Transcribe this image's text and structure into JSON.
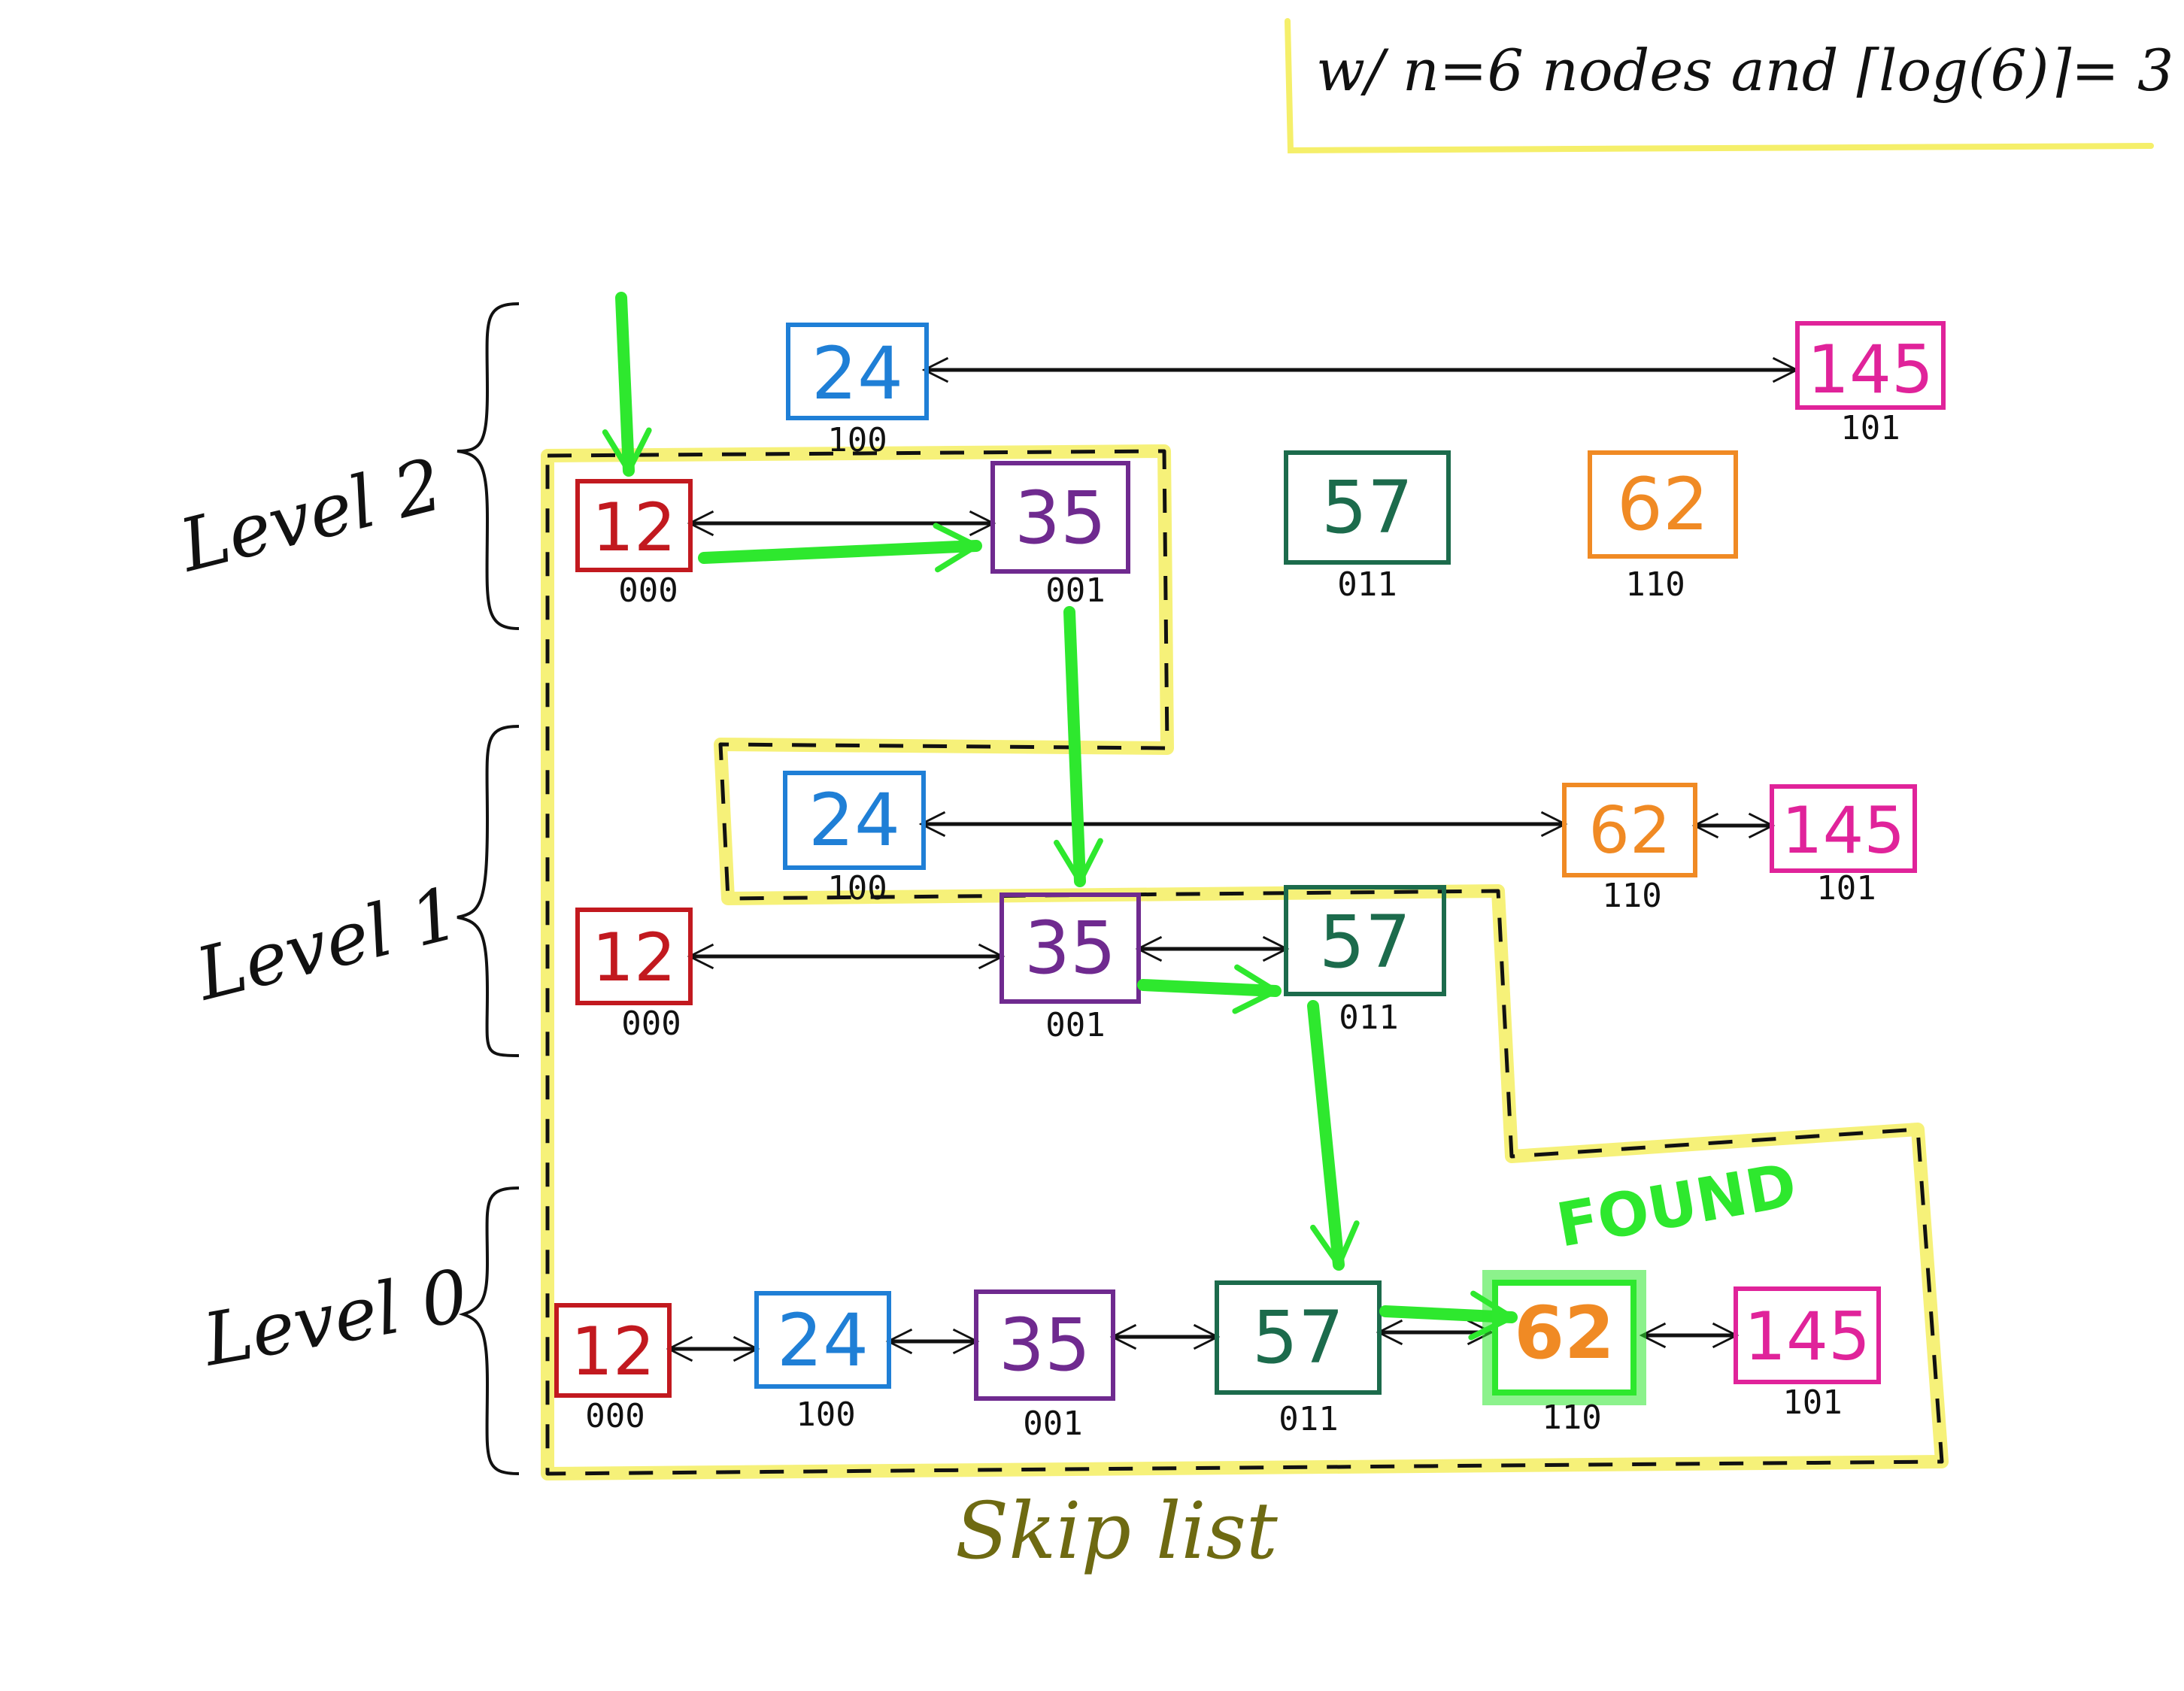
{
  "note": {
    "text": "w/ n=6 nodes and ⌈log(6)⌉= 3",
    "highlight_color": "#f5ef6a"
  },
  "levels": [
    {
      "label": "Level 2"
    },
    {
      "label": "Level 1"
    },
    {
      "label": "Level 0"
    }
  ],
  "nodes": {
    "l2_12": {
      "value": "12",
      "code": "000",
      "color": "#c2191f"
    },
    "l2_24": {
      "value": "24",
      "code": "100",
      "color": "#1f7fd6"
    },
    "l2_35": {
      "value": "35",
      "code": "001",
      "color": "#6f2a8f"
    },
    "l2_57": {
      "value": "57",
      "code": "011",
      "color": "#1c6b4c"
    },
    "l2_62": {
      "value": "62",
      "code": "110",
      "color": "#f08a24"
    },
    "l2_145": {
      "value": "145",
      "code": "101",
      "color": "#e0239a"
    },
    "l1_12": {
      "value": "12",
      "code": "000",
      "color": "#c2191f"
    },
    "l1_24": {
      "value": "24",
      "code": "100",
      "color": "#1f7fd6"
    },
    "l1_35": {
      "value": "35",
      "code": "001",
      "color": "#6f2a8f"
    },
    "l1_57": {
      "value": "57",
      "code": "011",
      "color": "#1c6b4c"
    },
    "l1_62": {
      "value": "62",
      "code": "110",
      "color": "#f08a24"
    },
    "l1_145": {
      "value": "145",
      "code": "101",
      "color": "#e0239a"
    },
    "l0_12": {
      "value": "12",
      "code": "000",
      "color": "#c2191f"
    },
    "l0_24": {
      "value": "24",
      "code": "100",
      "color": "#1f7fd6"
    },
    "l0_35": {
      "value": "35",
      "code": "001",
      "color": "#6f2a8f"
    },
    "l0_57": {
      "value": "57",
      "code": "011",
      "color": "#1c6b4c"
    },
    "l0_62": {
      "value": "62",
      "code": "110",
      "color": "#f08a24"
    },
    "l0_145": {
      "value": "145",
      "code": "101",
      "color": "#e0239a"
    }
  },
  "found_label": "FOUND",
  "caption": "Skip list",
  "colors": {
    "search_path": "#2ee82e",
    "found": "#2ee82e",
    "caption": "#6e6a12",
    "highlight": "#f5ef6a",
    "links": "#111111"
  }
}
